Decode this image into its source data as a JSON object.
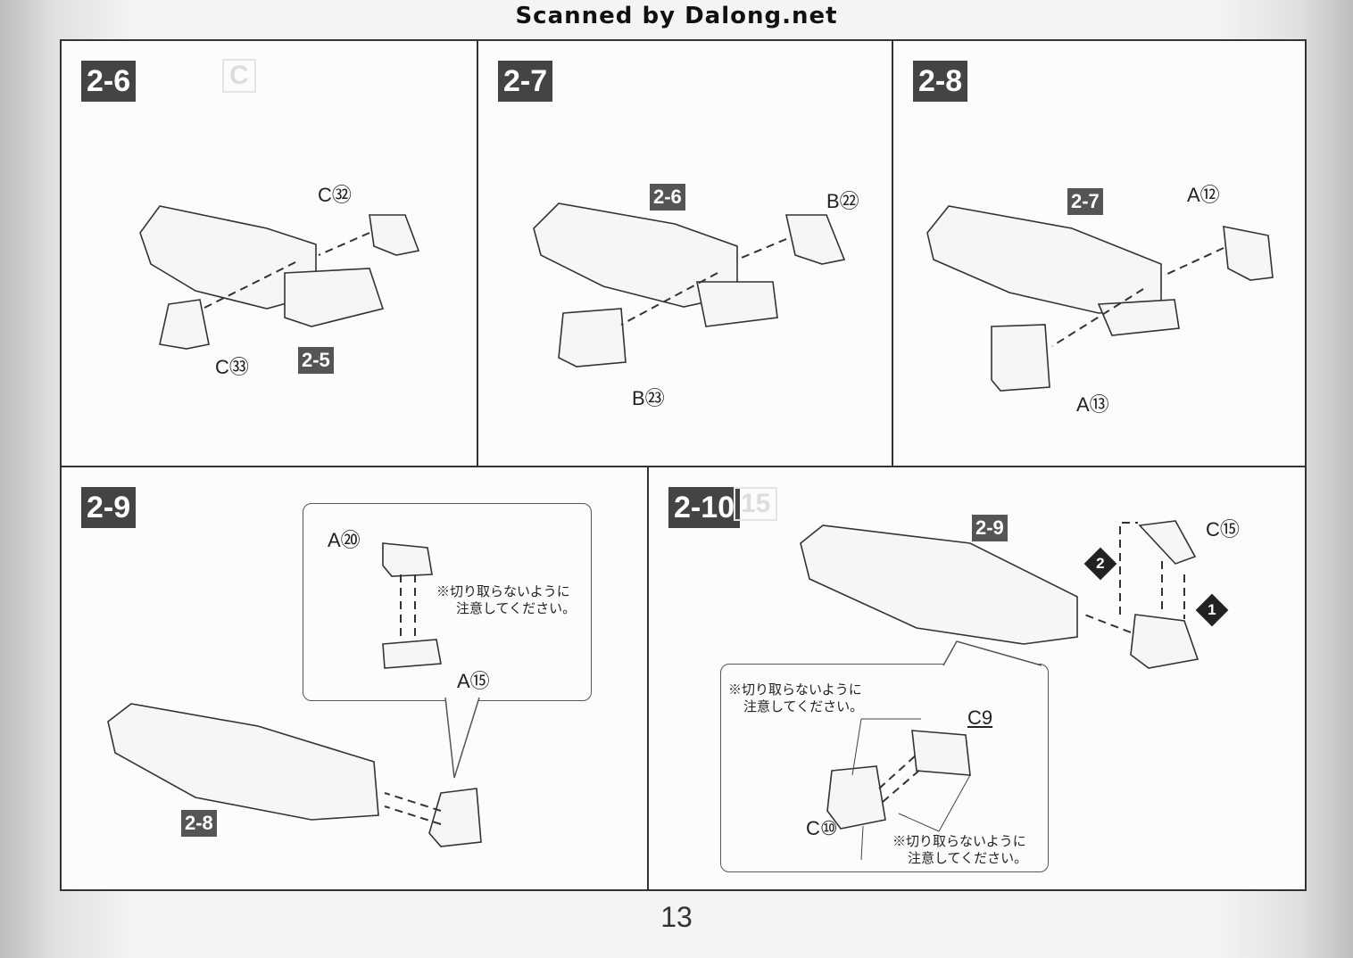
{
  "banner": "Scanned by Dalong.net",
  "page_number": "13",
  "panels": [
    {
      "step": "2-6",
      "refs": [
        "2-5"
      ],
      "labels": [
        "C㉜",
        "C㉝"
      ]
    },
    {
      "step": "2-7",
      "refs": [
        "2-6"
      ],
      "labels": [
        "B㉒",
        "B㉓"
      ]
    },
    {
      "step": "2-8",
      "refs": [
        "2-7"
      ],
      "labels": [
        "A⑫",
        "A⑬"
      ]
    },
    {
      "step": "2-9",
      "refs": [
        "2-8"
      ],
      "labels": [
        "A⑳",
        "A⑮"
      ],
      "note": [
        "※切り取らないように",
        "注意してください。"
      ]
    },
    {
      "step": "2-10",
      "refs": [
        "2-9"
      ],
      "labels": [
        "C⑮",
        "C9",
        "C⑩"
      ],
      "order": [
        "2",
        "1"
      ],
      "note": [
        "※切り取らないように",
        "注意してください。"
      ]
    }
  ]
}
